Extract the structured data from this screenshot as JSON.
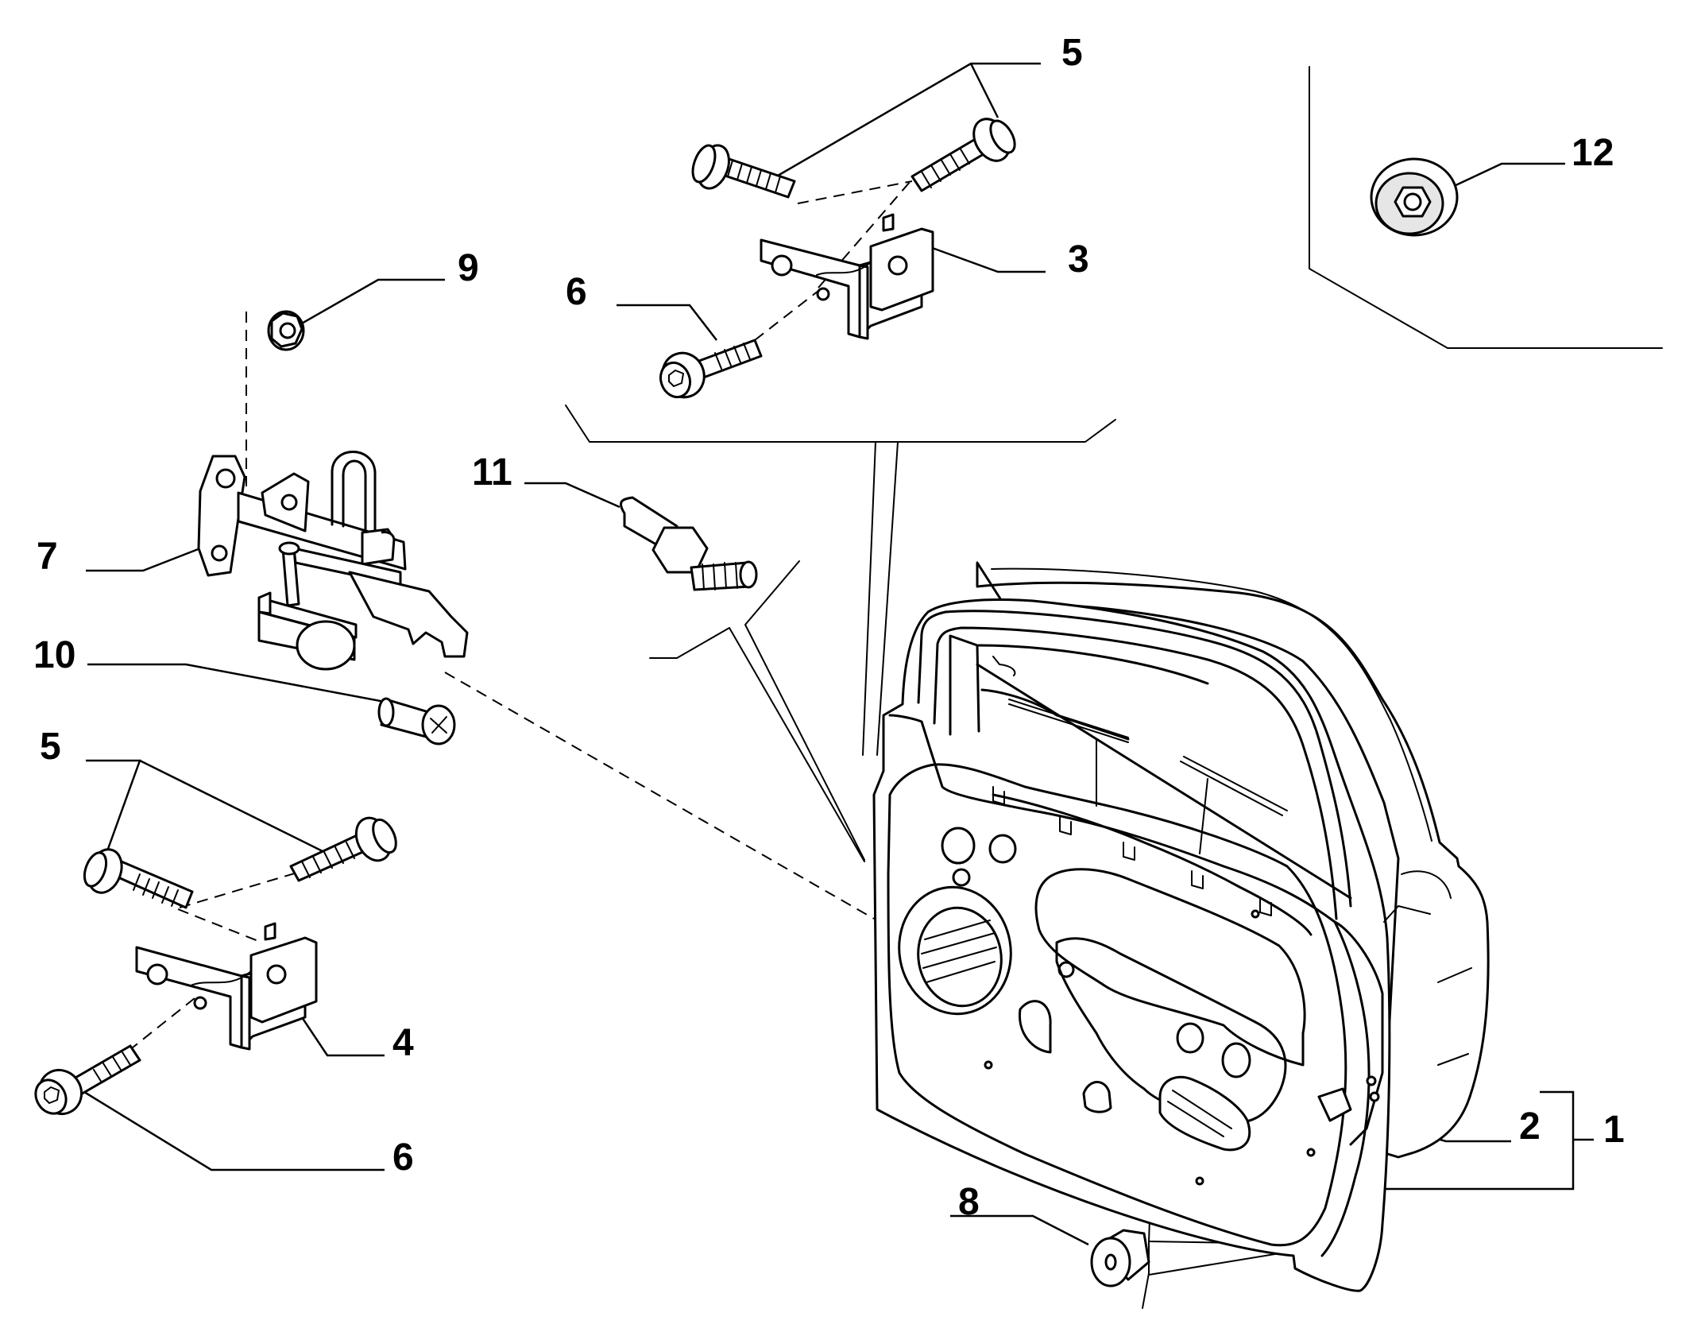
{
  "callouts": [
    {
      "id": "c1",
      "label": "1"
    },
    {
      "id": "c2",
      "label": "2"
    },
    {
      "id": "c3",
      "label": "3"
    },
    {
      "id": "c4",
      "label": "4"
    },
    {
      "id": "c5a",
      "label": "5"
    },
    {
      "id": "c5b",
      "label": "5"
    },
    {
      "id": "c6a",
      "label": "6"
    },
    {
      "id": "c6b",
      "label": "6"
    },
    {
      "id": "c7",
      "label": "7"
    },
    {
      "id": "c8",
      "label": "8"
    },
    {
      "id": "c9",
      "label": "9"
    },
    {
      "id": "c10",
      "label": "10"
    },
    {
      "id": "c11",
      "label": "11"
    },
    {
      "id": "c12",
      "label": "12"
    }
  ]
}
